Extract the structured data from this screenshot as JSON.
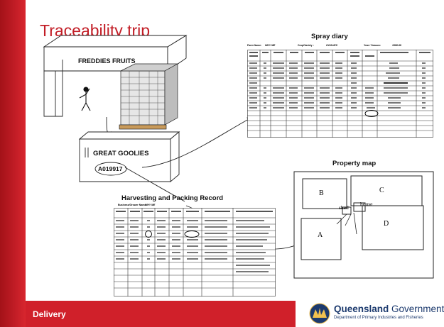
{
  "slide": {
    "title": "Traceability trip",
    "footer": "Delivery"
  },
  "branding": {
    "name_bold": "Queensland",
    "name_rest": " Government",
    "subtitle": "Department of Primary Industries and Fisheries"
  },
  "truck": {
    "label": "FREDDIES FRUITS"
  },
  "bin": {
    "label": "GREAT GOOLIES",
    "code": "A019917"
  },
  "spray_diary": {
    "title": "Spray diary",
    "meta": {
      "farm_label": "Farm Name:",
      "farm_value": "WHY ME",
      "crop_label": "Crop/Variety :",
      "crop_value": "GOOLIES",
      "year_label": "Year / Season:",
      "year_value": "1998-99"
    }
  },
  "property_map": {
    "title": "Property map",
    "blocks": {
      "b": "B",
      "c": "C",
      "a": "A",
      "d": "D"
    },
    "shed": "shed",
    "house": "house"
  },
  "harvest_record": {
    "title": "Harvesting and Packing Record",
    "meta": {
      "label": "Business/Grower Name:",
      "value": "WHY ME"
    }
  },
  "colors": {
    "brand_red": "#d0202a",
    "title_red": "#c21d26",
    "navy": "#1c3a6e"
  }
}
